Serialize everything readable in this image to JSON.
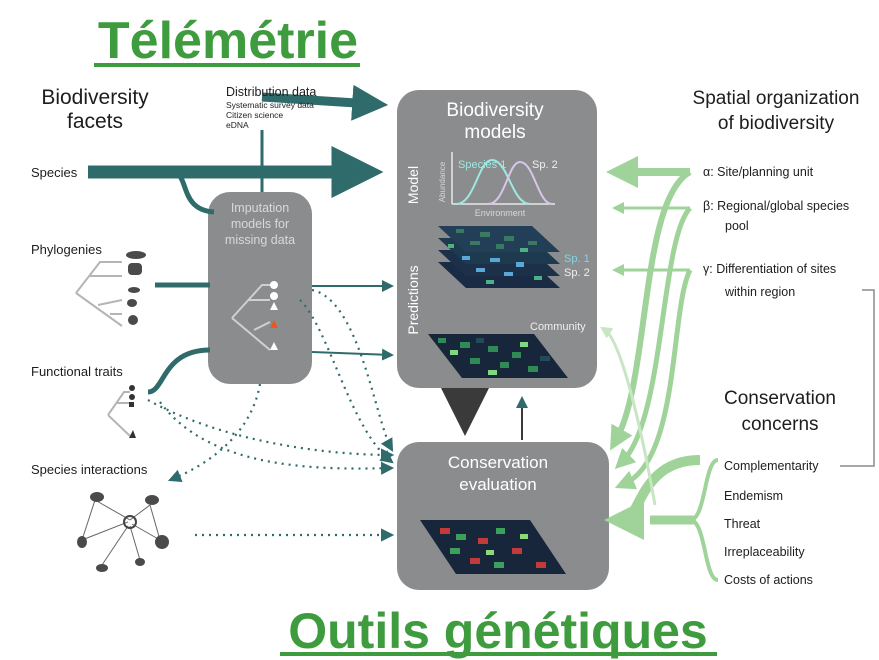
{
  "titles": {
    "top": "Télémétrie",
    "bottom": "Outils génétiques"
  },
  "left": {
    "heading_line1": "Biodiversity",
    "heading_line2": "facets",
    "distribution": {
      "title": "Distribution data",
      "items": [
        "Systematic survey data",
        "Citizen science",
        "eDNA"
      ]
    },
    "species": "Species",
    "phylogenies": "Phylogenies",
    "functional_traits": "Functional traits",
    "species_interactions": "Species interactions"
  },
  "imputation": {
    "line1": "Imputation",
    "line2": "models for",
    "line3": "missing data"
  },
  "models": {
    "title_line1": "Biodiversity",
    "title_line2": "models",
    "model_label": "Model",
    "predictions_label": "Predictions",
    "abundance": "Abundance",
    "environment": "Environment",
    "species1": "Species 1",
    "species2": "Sp. 2",
    "sp1": "Sp. 1",
    "sp2": "Sp. 2",
    "community": "Community"
  },
  "evaluation": {
    "line1": "Conservation",
    "line2": "evaluation"
  },
  "right": {
    "heading_line1": "Spatial organization",
    "heading_line2": "of biodiversity",
    "alpha": "α:  Site/planning unit",
    "beta_line1": "β:  Regional/global species",
    "beta_line2": "pool",
    "gamma_line1": "γ:  Differentiation of sites",
    "gamma_line2": "within region",
    "concerns_line1": "Conservation",
    "concerns_line2": "concerns",
    "concerns": [
      "Complementarity",
      "Endemism",
      "Threat",
      "Irreplaceability",
      "Costs of actions"
    ]
  },
  "colors": {
    "teal": "#2f6b6b",
    "green_arrow": "#9fd39a",
    "panel_gray": "#8b8c8e",
    "title_green": "#3e9b3e"
  }
}
